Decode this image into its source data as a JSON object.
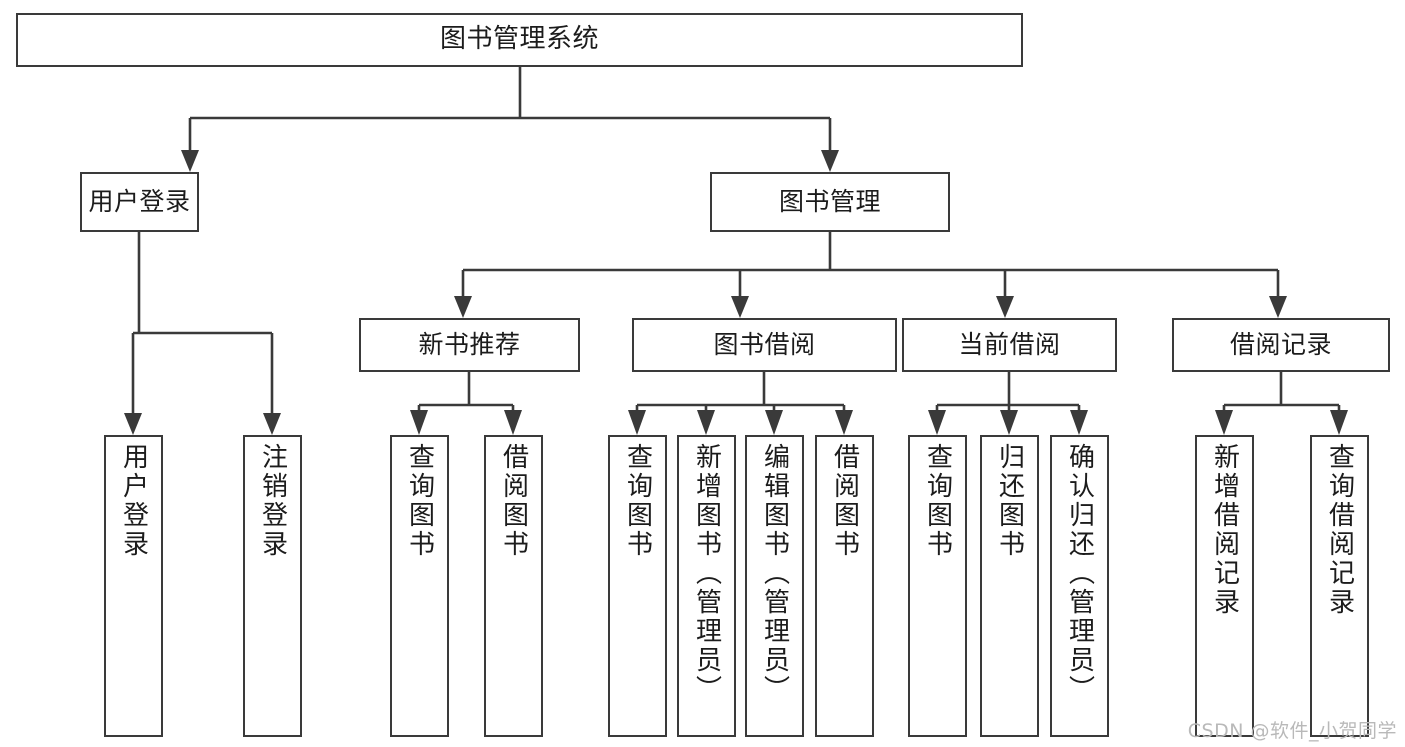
{
  "diagram": {
    "title": "图书管理系统",
    "watermark": "CSDN @软件_小贺同学",
    "colors": {
      "stroke": "#3a3a3a",
      "box_fill": "#ffffff",
      "text": "#1c1c1c",
      "watermark": "#b9b9b9",
      "background": "#ffffff"
    },
    "levels": {
      "root": {
        "label": "图书管理系统"
      },
      "level2": [
        {
          "label": "用户登录"
        },
        {
          "label": "图书管理"
        }
      ],
      "level3": [
        {
          "label": "新书推荐"
        },
        {
          "label": "图书借阅"
        },
        {
          "label": "当前借阅"
        },
        {
          "label": "借阅记录"
        }
      ],
      "leaves": {
        "user_login": [
          {
            "label": "用户登录"
          },
          {
            "label": "注销登录"
          }
        ],
        "new_book_recommend": [
          {
            "label": "查询图书"
          },
          {
            "label": "借阅图书"
          }
        ],
        "book_borrow": [
          {
            "label": "查询图书"
          },
          {
            "label": "新增图书（管理员）"
          },
          {
            "label": "编辑图书（管理员）"
          },
          {
            "label": "借阅图书"
          }
        ],
        "current_borrow": [
          {
            "label": "查询图书"
          },
          {
            "label": "归还图书"
          },
          {
            "label": "确认归还（管理员）"
          }
        ],
        "borrow_record": [
          {
            "label": "新增借阅记录"
          },
          {
            "label": "查询借阅记录"
          }
        ]
      }
    }
  }
}
